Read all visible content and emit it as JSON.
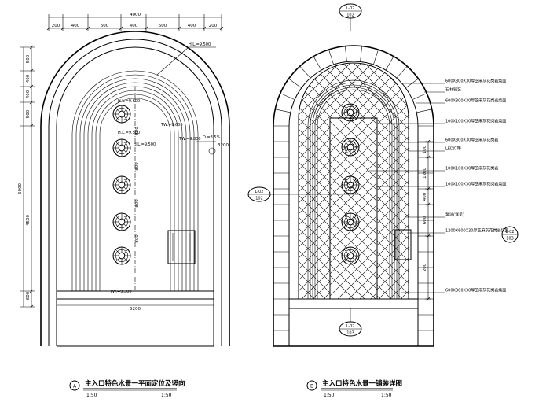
{
  "left_drawing": {
    "marker": "A",
    "title": "主入口特色水景一平面定位及竖向",
    "scale_left": "1:50",
    "scale_right": "1:50",
    "top_dims": [
      "200",
      "400",
      "600",
      "400",
      "600",
      "400",
      "200"
    ],
    "top_total": "4000",
    "left_dims": [
      "500",
      "400",
      "400",
      "500"
    ],
    "left_total": "6000",
    "left_sub": "4500",
    "bottom_width": "5200",
    "left_base": "600",
    "right_dim": "3200",
    "notes": [
      "H.L.=9.500",
      "H.L.=9.600",
      "H.L.=9.500",
      "TW.=9.600",
      "H.L.=9.500",
      "TW.=9.800",
      "D.=3.5%",
      "TW.=9.300"
    ],
    "jet_labels": [
      "800",
      "800",
      "800",
      "800"
    ]
  },
  "right_drawing": {
    "marker": "B",
    "title": "主入口特色水景一铺装详图",
    "scale_left": "1:50",
    "scale_right": "1:50",
    "callout_top": {
      "num": "L-02",
      "sheet": "102"
    },
    "callout_left": {
      "num": "L-02",
      "sheet": "102"
    },
    "callout_bottom": {
      "num": "L-02",
      "sheet": "103"
    },
    "callout_right": {
      "num": "L-02",
      "sheet": "103"
    },
    "notes": [
      "600X300X30厚芝麻灰花岗岩烧面",
      "石材铺装",
      "600X300X30厚芝麻灰花岗岩烧面",
      "100X100X30厚芝麻灰花岗岩烧面",
      "600X300X30厚芝麻灰花岗岩",
      "LED灯带",
      "100X100X30厚芝麻灰花岗岩",
      "100X100X30厚芝麻灰花岗岩烧面",
      "泵坑(详见)",
      "1200X600X30厚芝麻灰花岗岩烧面",
      "600X300X30厚芝麻灰花岗岩烧面"
    ],
    "dims_right": [
      "100",
      "1200",
      "400",
      "600",
      "200"
    ]
  }
}
